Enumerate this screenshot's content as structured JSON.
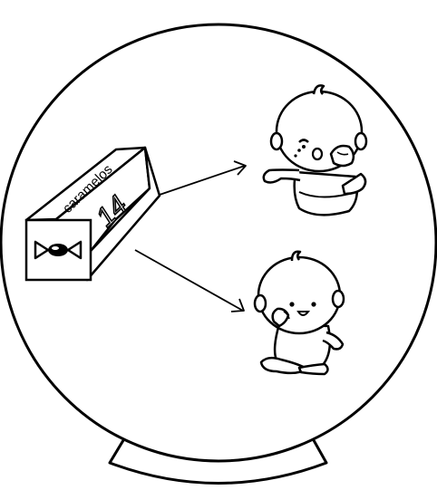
{
  "scene": {
    "box": {
      "side_label": "caramelos",
      "count": "14",
      "icon": "candy-icon"
    },
    "recipients": [
      {
        "name": "baby-crying",
        "mood": "sad",
        "icon": "crying-baby-icon"
      },
      {
        "name": "baby-happy",
        "mood": "happy",
        "icon": "happy-baby-icon"
      }
    ],
    "colors": {
      "stroke": "#000000",
      "background": "#ffffff",
      "tear": "#ffffff"
    }
  }
}
